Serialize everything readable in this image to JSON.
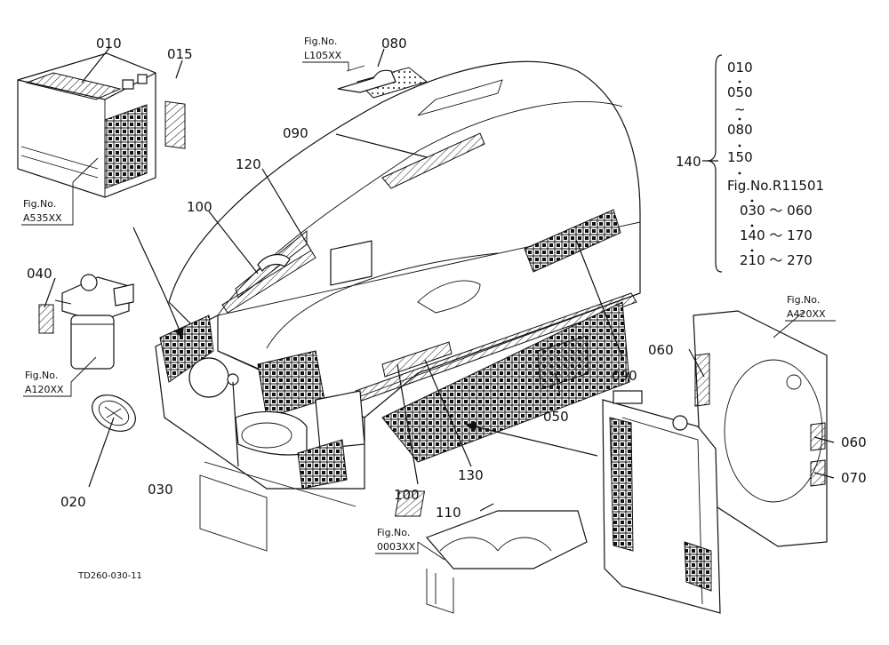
{
  "callouts": {
    "c010": "010",
    "c015": "015",
    "c020": "020",
    "c030": "030",
    "c040": "040",
    "c050": "050",
    "c060a": "060",
    "c060b": "060",
    "c070": "070",
    "c080": "080",
    "c090a": "090",
    "c090b": "090",
    "c100a": "100",
    "c100b": "100",
    "c110": "110",
    "c120": "120",
    "c130": "130",
    "c140": "140"
  },
  "fig_refs": {
    "a535": {
      "label": "Fig.No.",
      "code": "A535XX"
    },
    "l105": {
      "label": "Fig.No.",
      "code": "L105XX"
    },
    "a120": {
      "label": "Fig.No.",
      "code": "A120XX"
    },
    "a420": {
      "label": "Fig.No.",
      "code": "A420XX"
    },
    "o003": {
      "label": "Fig.No.",
      "code": "0003XX"
    }
  },
  "legend_140": {
    "items": [
      "010",
      "050",
      "~",
      "080",
      "150",
      "Fig.No.R11501",
      "030 ～ 060",
      "140 ～ 170",
      "210 ～ 270"
    ]
  },
  "drawing_code": "TD260-030-11"
}
